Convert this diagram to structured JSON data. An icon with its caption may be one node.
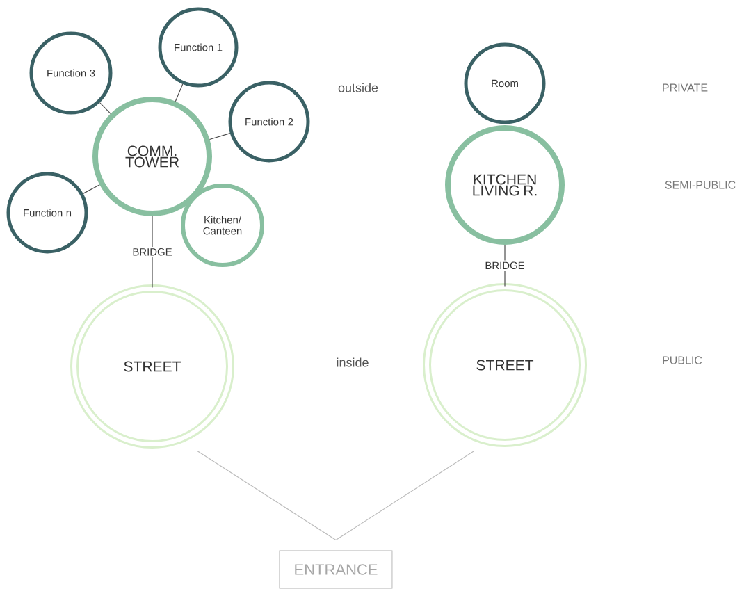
{
  "diagram": {
    "nodes": [
      {
        "text": [
          "Function 3"
        ]
      },
      {
        "text": [
          "Function 1"
        ]
      },
      {
        "text": [
          "Function 2"
        ]
      },
      {
        "text": [
          "COMM. TOWER"
        ]
      },
      {
        "text": [
          "Function n"
        ]
      },
      {
        "text": [
          "Kitchen/ Canteen"
        ]
      },
      {
        "text": [
          "Room"
        ]
      },
      {
        "text": [
          "KITCHEN LIVING R."
        ]
      },
      {
        "text": [
          "STREET"
        ]
      },
      {
        "text": [
          "STREET"
        ]
      },
      {
        "text": [
          "ENTRANCE"
        ]
      }
    ],
    "edges": [
      {
        "from": 3,
        "to": 0,
        "arrow": "none"
      },
      {
        "from": 3,
        "to": 1,
        "arrow": "none"
      },
      {
        "from": 3,
        "to": 2,
        "arrow": "none"
      },
      {
        "from": 3,
        "to": 4,
        "arrow": "none"
      },
      {
        "from": 3,
        "to": 8,
        "arrow": "none",
        "label": "BRIDGE"
      },
      {
        "from": 7,
        "to": 9,
        "arrow": "none",
        "label": "BRIDGE"
      },
      {
        "from": 10,
        "to": 8,
        "arrow": "none",
        "color": "#bbbbbb"
      },
      {
        "from": 10,
        "to": 9,
        "arrow": "none",
        "color": "#bbbbbb"
      }
    ],
    "labels": [
      "outside",
      "PRIVATE",
      "SEMI-PUBLIC",
      "inside",
      "PUBLIC"
    ]
  }
}
